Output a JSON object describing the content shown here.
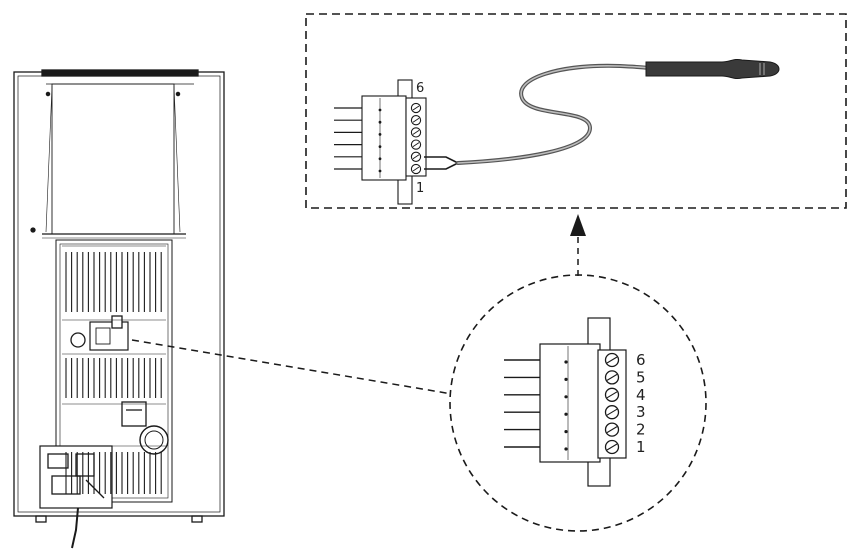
{
  "diagram": {
    "type": "technical-illustration",
    "description_style": "line-art",
    "stroke_color": "#1a1a1a",
    "cable_color": "#555555",
    "probe_color": "#3a3a3a",
    "callout": {
      "terminal_labels": [
        "6",
        "5",
        "4",
        "3",
        "2",
        "1"
      ]
    },
    "detail": {
      "top_label": "6",
      "bottom_label": "1"
    }
  }
}
